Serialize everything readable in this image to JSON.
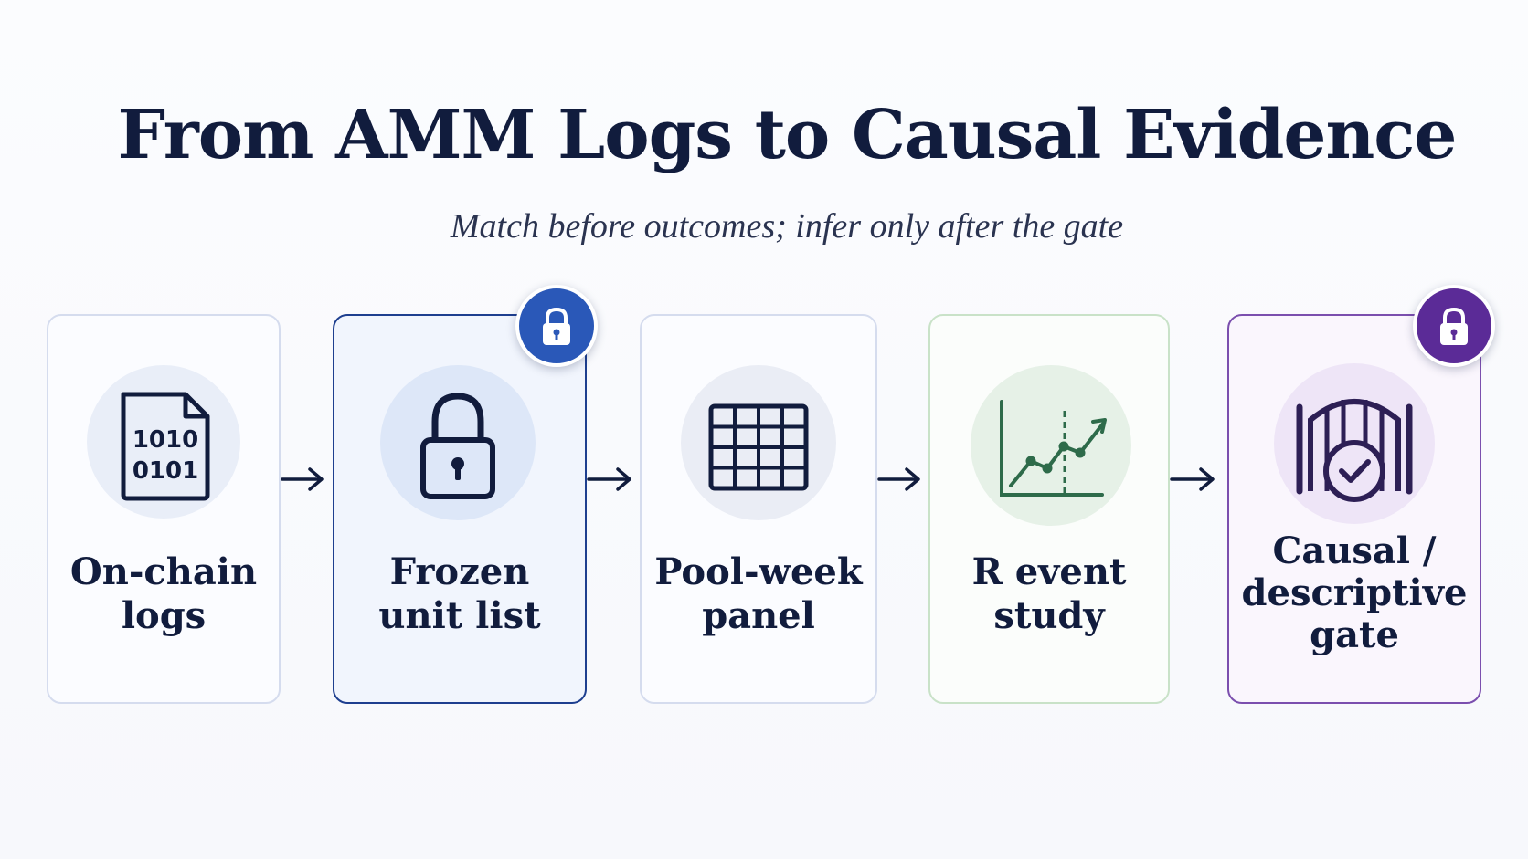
{
  "title": "From AMM Logs to Causal Evidence",
  "subtitle": "Match before outcomes; infer only after the gate",
  "steps": [
    {
      "label": "On-chain\nlogs",
      "icon": "binary-file-icon",
      "style": "neutral"
    },
    {
      "label": "Frozen\nunit list",
      "icon": "padlock-icon",
      "style": "active-blue",
      "badge": "lock-badge-icon"
    },
    {
      "label": "Pool-week\npanel",
      "icon": "table-grid-icon",
      "style": "neutral"
    },
    {
      "label": "R event\nstudy",
      "icon": "line-chart-icon",
      "style": "green"
    },
    {
      "label": "Causal /\ndescriptive\ngate",
      "icon": "gate-check-icon",
      "style": "purple",
      "badge": "lock-badge-icon"
    }
  ],
  "binary_icon_text": [
    "1010",
    "0101"
  ],
  "colors": {
    "navy": "#111c3d",
    "blue_accent": "#2a58b8",
    "green_accent": "#2e6b4a",
    "purple_accent": "#4f2b86"
  }
}
